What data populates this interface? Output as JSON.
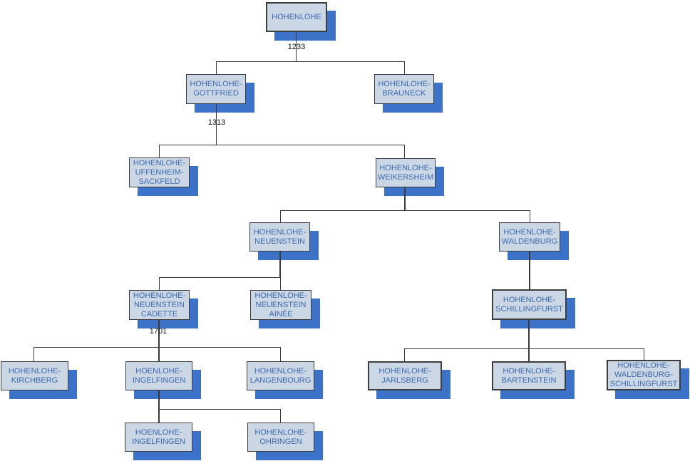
{
  "colors": {
    "background": "#ffffff",
    "node_fill": "#ccd7e5",
    "node_border": "#3d3d3d",
    "node_text": "#3c69ae",
    "shadow_blue": "#3c73c8",
    "connector": "#3a3a3a",
    "label_text": "#111111"
  },
  "tree": {
    "label": "HOHENLOHE",
    "edge_year": "1233",
    "children": [
      {
        "label": "HOHENLOHE-\nGOTTFRIED",
        "edge_year": "1313",
        "children": [
          {
            "label": "HOHENLOHE-\nUFFENHEIM-\nSACKFELD",
            "children": []
          },
          {
            "label": "HOHENLOHE-\nWEIKERSHEIM",
            "children": [
              {
                "label": "HOHENLOHE-\nNEUENSTEIN",
                "children": [
                  {
                    "label": "HOHENLOHE-\nNEUENSTEIN\nCADETTE",
                    "edge_year": "1701",
                    "children": [
                      {
                        "label": "HOHENLOHE-\nKIRCHBERG",
                        "children": []
                      },
                      {
                        "label": "HOENLOHE-\nINGELFINGEN",
                        "children": [
                          {
                            "label": "HOENLOHE-\nINGELFINGEN",
                            "children": []
                          },
                          {
                            "label": "HOHENLOHE-\nOHRINGEN",
                            "children": []
                          }
                        ]
                      },
                      {
                        "label": "HOHENLOHE-\nLANGENBOURG",
                        "children": []
                      }
                    ]
                  },
                  {
                    "label": "HOHENLOHE-\nNEUENSTEIN\nAINÉE",
                    "children": []
                  }
                ]
              },
              {
                "label": "HOHENLOHE-\nWALDENBURG",
                "children": [
                  {
                    "label": "HOHENLOHE-\nSCHILLINGFURST",
                    "children": [
                      {
                        "label": "HOHENLOHE-\nJARLSBERG",
                        "children": []
                      },
                      {
                        "label": "HOHENLOHE-\nBARTENSTEIN",
                        "children": []
                      },
                      {
                        "label": "HOHENLOHE-\nWALDENBURG-\nSCHILLINGFURST",
                        "children": []
                      }
                    ]
                  }
                ]
              }
            ]
          }
        ]
      },
      {
        "label": "HOHENLOHE-\nBRAUNECK",
        "children": []
      }
    ]
  }
}
